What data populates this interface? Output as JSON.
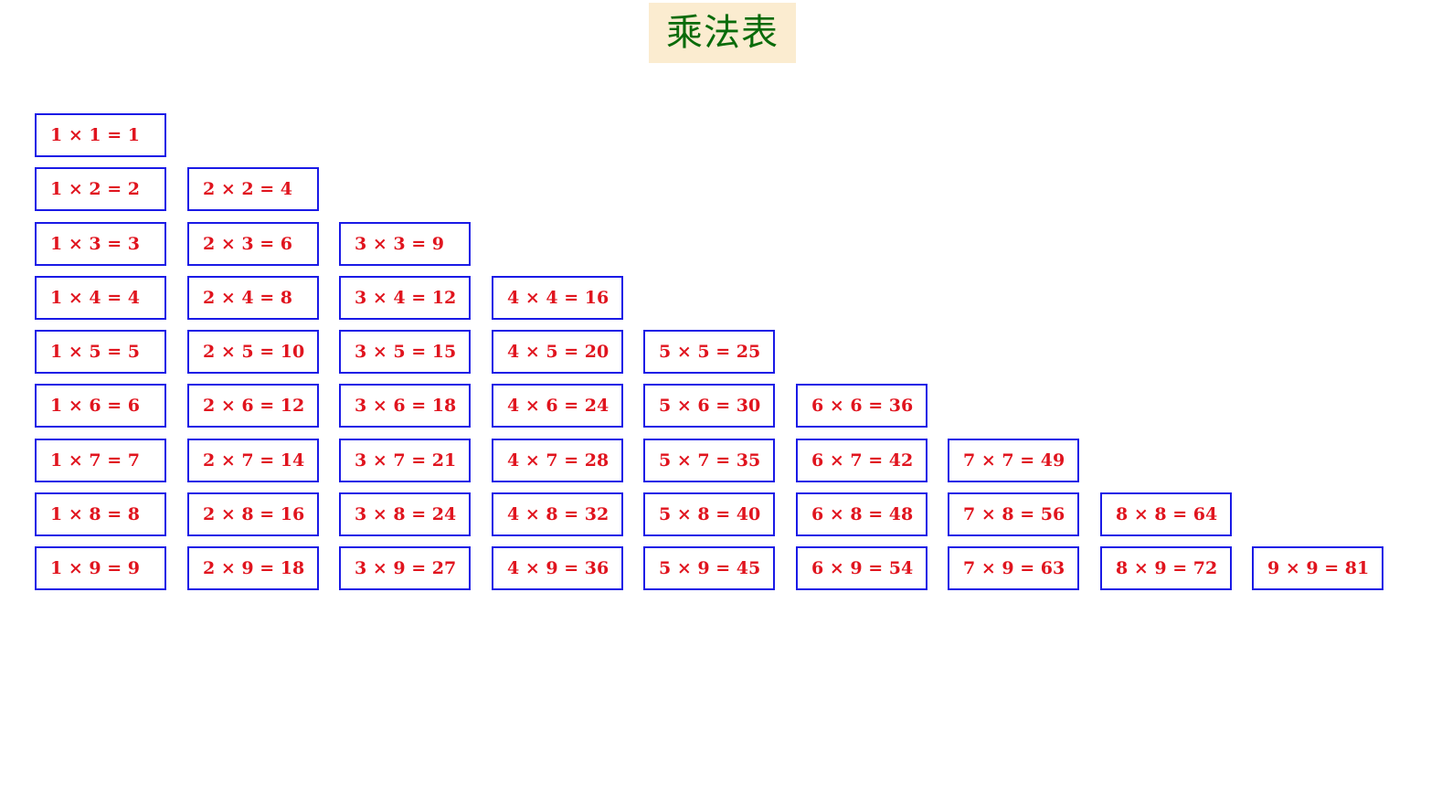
{
  "title": "乘法表",
  "colors": {
    "title_text": "#0a6b0a",
    "title_background": "#fbecd0",
    "cell_border": "#1a1ae6",
    "cell_text": "#e0141e"
  },
  "table": [
    {
      "a": 1,
      "b": 1,
      "text": "1 × 1 = 1"
    },
    {
      "a": 1,
      "b": 2,
      "text": "1 × 2 = 2"
    },
    {
      "a": 2,
      "b": 2,
      "text": "2 × 2 = 4"
    },
    {
      "a": 1,
      "b": 3,
      "text": "1 × 3 = 3"
    },
    {
      "a": 2,
      "b": 3,
      "text": "2 × 3 = 6"
    },
    {
      "a": 3,
      "b": 3,
      "text": "3 × 3 = 9"
    },
    {
      "a": 1,
      "b": 4,
      "text": "1 × 4 = 4"
    },
    {
      "a": 2,
      "b": 4,
      "text": "2 × 4 = 8"
    },
    {
      "a": 3,
      "b": 4,
      "text": "3 × 4 = 12"
    },
    {
      "a": 4,
      "b": 4,
      "text": "4 × 4 = 16"
    },
    {
      "a": 1,
      "b": 5,
      "text": "1 × 5 = 5"
    },
    {
      "a": 2,
      "b": 5,
      "text": "2 × 5 = 10"
    },
    {
      "a": 3,
      "b": 5,
      "text": "3 × 5 = 15"
    },
    {
      "a": 4,
      "b": 5,
      "text": "4 × 5 = 20"
    },
    {
      "a": 5,
      "b": 5,
      "text": "5 × 5 = 25"
    },
    {
      "a": 1,
      "b": 6,
      "text": "1 × 6 = 6"
    },
    {
      "a": 2,
      "b": 6,
      "text": "2 × 6 = 12"
    },
    {
      "a": 3,
      "b": 6,
      "text": "3 × 6 = 18"
    },
    {
      "a": 4,
      "b": 6,
      "text": "4 × 6 = 24"
    },
    {
      "a": 5,
      "b": 6,
      "text": "5 × 6 = 30"
    },
    {
      "a": 6,
      "b": 6,
      "text": "6 × 6 = 36"
    },
    {
      "a": 1,
      "b": 7,
      "text": "1 × 7 = 7"
    },
    {
      "a": 2,
      "b": 7,
      "text": "2 × 7 = 14"
    },
    {
      "a": 3,
      "b": 7,
      "text": "3 × 7 = 21"
    },
    {
      "a": 4,
      "b": 7,
      "text": "4 × 7 = 28"
    },
    {
      "a": 5,
      "b": 7,
      "text": "5 × 7 = 35"
    },
    {
      "a": 6,
      "b": 7,
      "text": "6 × 7 = 42"
    },
    {
      "a": 7,
      "b": 7,
      "text": "7 × 7 = 49"
    },
    {
      "a": 1,
      "b": 8,
      "text": "1 × 8 = 8"
    },
    {
      "a": 2,
      "b": 8,
      "text": "2 × 8 = 16"
    },
    {
      "a": 3,
      "b": 8,
      "text": "3 × 8 = 24"
    },
    {
      "a": 4,
      "b": 8,
      "text": "4 × 8 = 32"
    },
    {
      "a": 5,
      "b": 8,
      "text": "5 × 8 = 40"
    },
    {
      "a": 6,
      "b": 8,
      "text": "6 × 8 = 48"
    },
    {
      "a": 7,
      "b": 8,
      "text": "7 × 8 = 56"
    },
    {
      "a": 8,
      "b": 8,
      "text": "8 × 8 = 64"
    },
    {
      "a": 1,
      "b": 9,
      "text": "1 × 9 = 9"
    },
    {
      "a": 2,
      "b": 9,
      "text": "2 × 9 = 18"
    },
    {
      "a": 3,
      "b": 9,
      "text": "3 × 9 = 27"
    },
    {
      "a": 4,
      "b": 9,
      "text": "4 × 9 = 36"
    },
    {
      "a": 5,
      "b": 9,
      "text": "5 × 9 = 45"
    },
    {
      "a": 6,
      "b": 9,
      "text": "6 × 9 = 54"
    },
    {
      "a": 7,
      "b": 9,
      "text": "7 × 9 = 63"
    },
    {
      "a": 8,
      "b": 9,
      "text": "8 × 9 = 72"
    },
    {
      "a": 9,
      "b": 9,
      "text": "9 × 9 = 81"
    }
  ]
}
